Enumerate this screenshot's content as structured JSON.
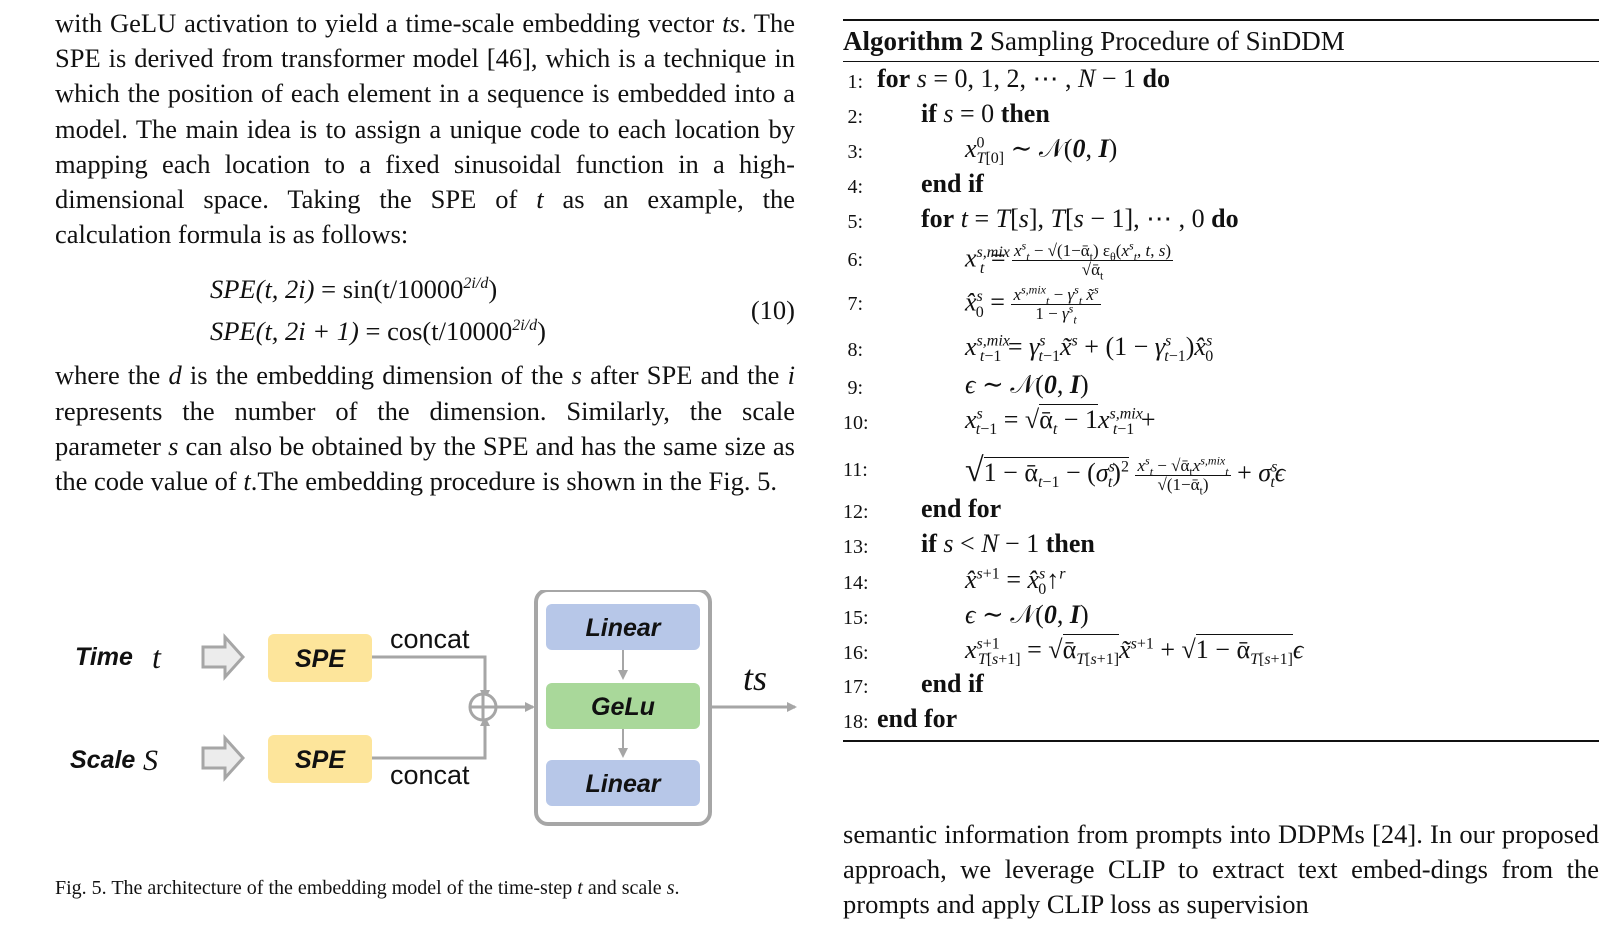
{
  "left_paragraph_1": {
    "segments": [
      {
        "text": "with GeLU activation to yield a time-scale embedding vector ",
        "math": false
      },
      {
        "text": "ts",
        "math": true
      },
      {
        "text": ". The SPE is derived from transformer model [46], which is a technique in which the position of each element in a sequence is embedded into a model. The main idea is to assign a unique code to each location by mapping each location to a fixed sinusoidal function in a high-dimensional space. Taking the SPE of ",
        "math": false
      },
      {
        "text": "t",
        "math": true
      },
      {
        "text": " as an example, the calculation formula is as follows:",
        "math": false
      }
    ]
  },
  "equation": {
    "line1_lhs": "SPE(t, 2i)",
    "line1_rhs": "= sin(t/10000",
    "line1_sup": "2i/d",
    "line1_end": ")",
    "line2_lhs": "SPE(t, 2i + 1)",
    "line2_rhs": "= cos(t/10000",
    "line2_sup": "2i/d",
    "line2_end": ")",
    "number": "(10)"
  },
  "left_paragraph_2": {
    "segments": [
      {
        "text": "where the ",
        "math": false
      },
      {
        "text": "d",
        "math": true
      },
      {
        "text": " is the embedding dimension of the ",
        "math": false
      },
      {
        "text": "s",
        "math": true
      },
      {
        "text": " after SPE and the ",
        "math": false
      },
      {
        "text": "i",
        "math": true
      },
      {
        "text": " represents the number of the dimension. Similarly, the scale parameter ",
        "math": false
      },
      {
        "text": "s",
        "math": true
      },
      {
        "text": " can also be obtained by the SPE and has the same size as the code value of ",
        "math": false
      },
      {
        "text": "t",
        "math": true
      },
      {
        "text": ".The embedding procedure is shown in the Fig. 5.",
        "math": false
      }
    ]
  },
  "figure": {
    "time_label": "Time",
    "time_var": "t",
    "scale_label": "Scale",
    "scale_var": "S",
    "spe_label": "SPE",
    "concat_label": "concat",
    "linear_label": "Linear",
    "gelu_label": "GeLu",
    "output_label": "ts",
    "colors": {
      "spe_fill": "#fde59b",
      "linear_fill": "#b7c7e8",
      "gelu_fill": "#a9d89a",
      "arrow": "#a6a6a6",
      "box_border": "#a6a6a6"
    }
  },
  "caption": {
    "prefix": "Fig. 5.  The architecture of the embedding model of the time-step ",
    "var1": "t",
    "middle": " and scale ",
    "var2": "s",
    "end": "."
  },
  "algorithm": {
    "label": "Algorithm 2",
    "title": "Sampling Procedure of SinDDM",
    "lines": [
      {
        "num": "1:"
      },
      {
        "num": "2:"
      },
      {
        "num": "3:"
      },
      {
        "num": "4:"
      },
      {
        "num": "5:"
      },
      {
        "num": "6:"
      },
      {
        "num": "7:"
      },
      {
        "num": "8:"
      },
      {
        "num": "9:"
      },
      {
        "num": "10:"
      },
      {
        "num": "11:"
      },
      {
        "num": "12:"
      },
      {
        "num": "13:"
      },
      {
        "num": "14:"
      },
      {
        "num": "15:"
      },
      {
        "num": "16:"
      },
      {
        "num": "17:"
      },
      {
        "num": "18:"
      }
    ],
    "kw_for": "for",
    "kw_do": "do",
    "kw_if": "if",
    "kw_then": "then",
    "kw_end_if": "end if",
    "kw_end_for": "end for"
  },
  "right_paragraph": {
    "text": "semantic information from prompts into DDPMs [24]. In our proposed approach, we leverage CLIP to extract text embed-dings from the prompts and apply CLIP loss as supervision"
  }
}
